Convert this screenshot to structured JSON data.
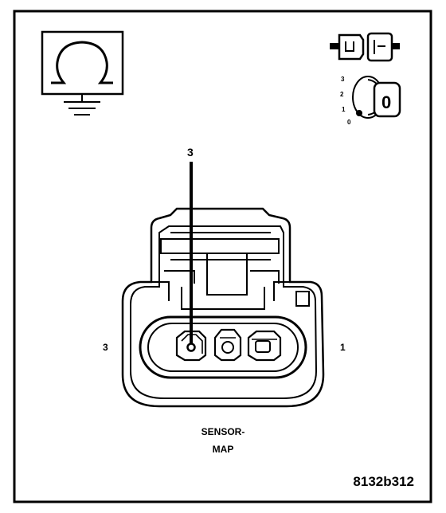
{
  "callout": {
    "pin": "3"
  },
  "key_positions": [
    "3",
    "2",
    "1",
    "0"
  ],
  "key_label": "0",
  "connector": {
    "pin_left": "3",
    "pin_right": "1",
    "name_line1": "SENSOR-",
    "name_line2": "MAP"
  },
  "figure_id": "8132b312"
}
